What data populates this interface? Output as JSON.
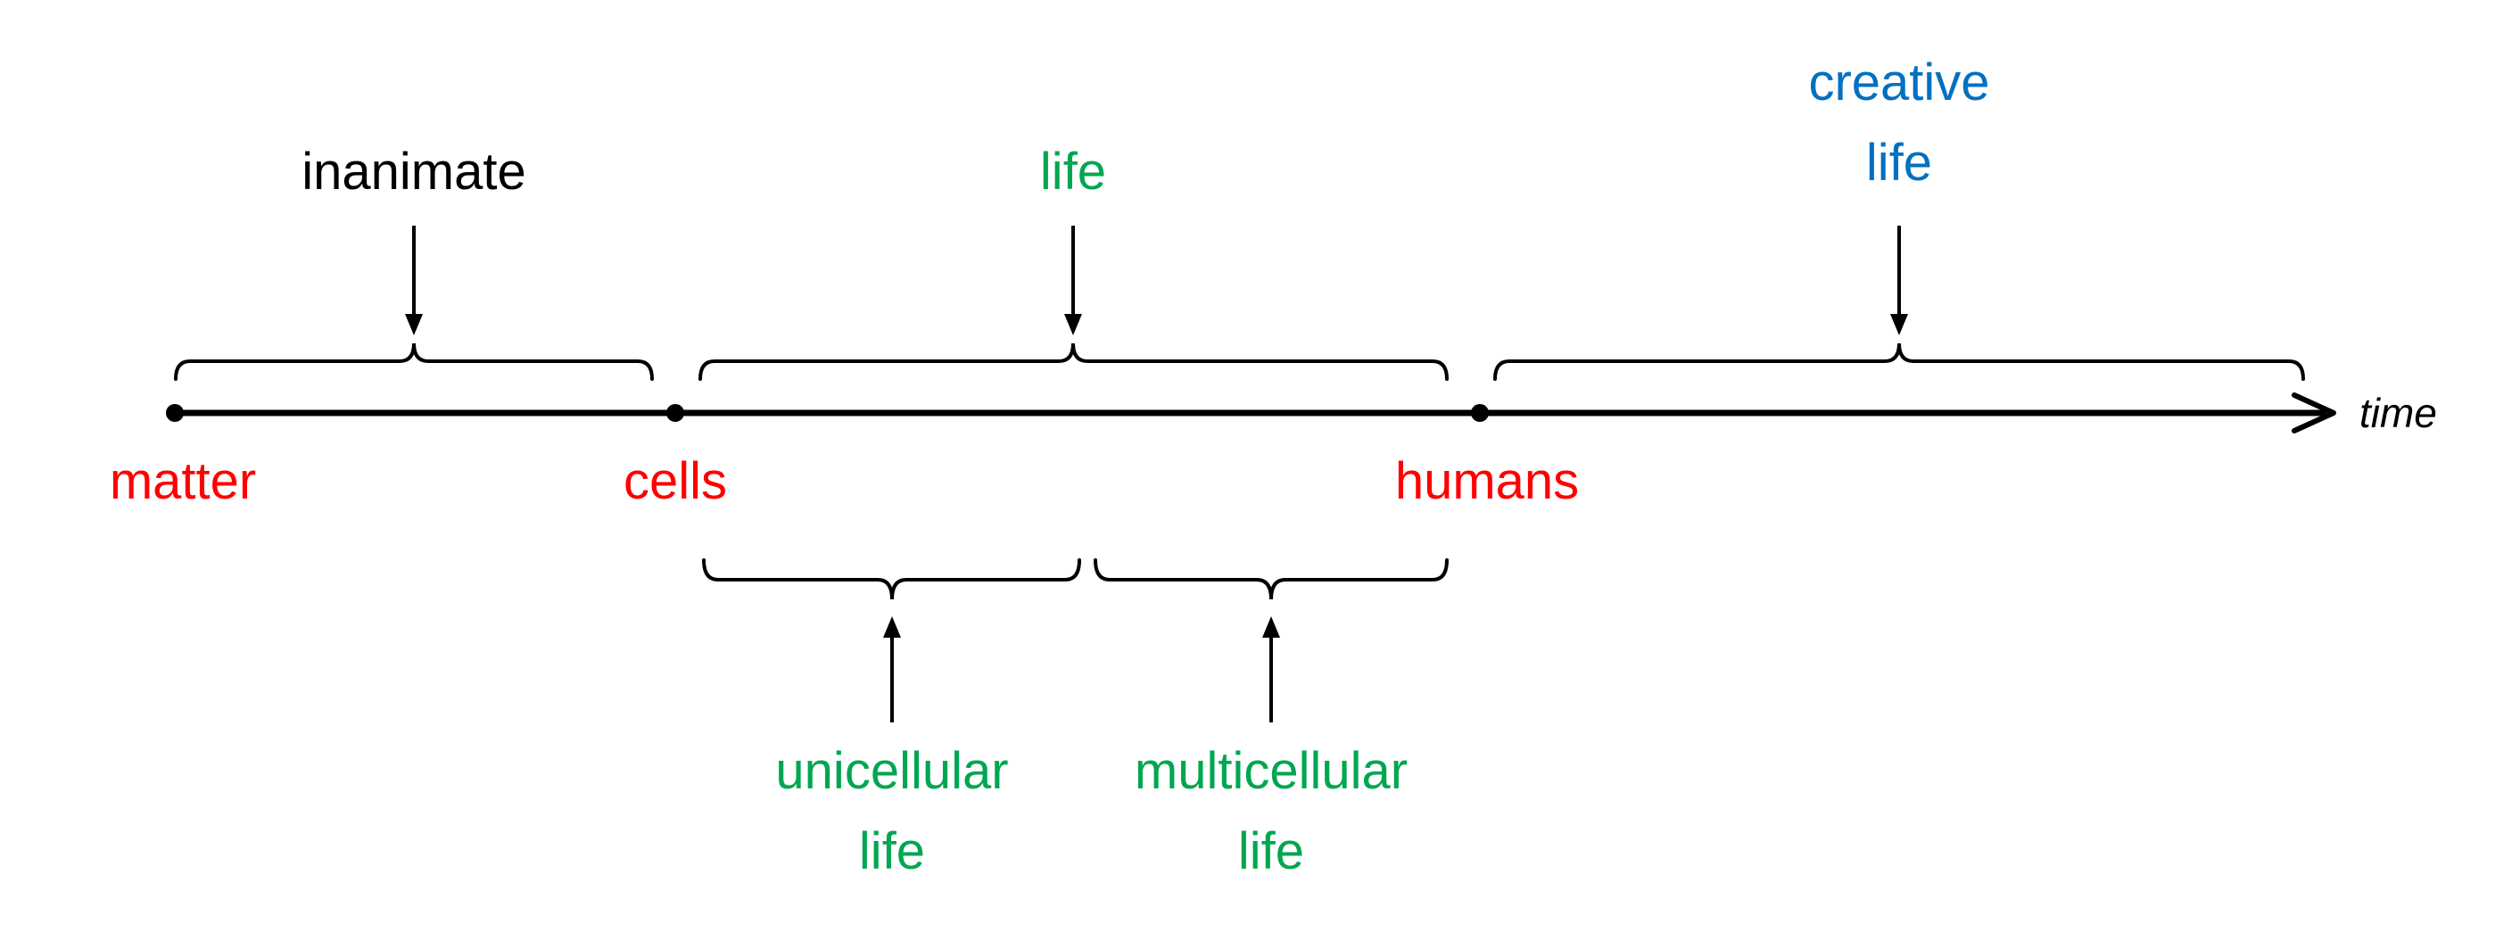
{
  "colors": {
    "red": "#ff0000",
    "green": "#00a651",
    "blue": "#0070c0",
    "black": "#000000"
  },
  "axis": {
    "label": "time"
  },
  "points": [
    {
      "label": "matter"
    },
    {
      "label": "cells"
    },
    {
      "label": "humans"
    }
  ],
  "phases": [
    {
      "label": "inanimate"
    },
    {
      "label": "life"
    },
    {
      "label": "creative\nlife"
    }
  ],
  "sub_phases": [
    {
      "label": "unicellular\nlife"
    },
    {
      "label": "multicellular\nlife"
    }
  ]
}
